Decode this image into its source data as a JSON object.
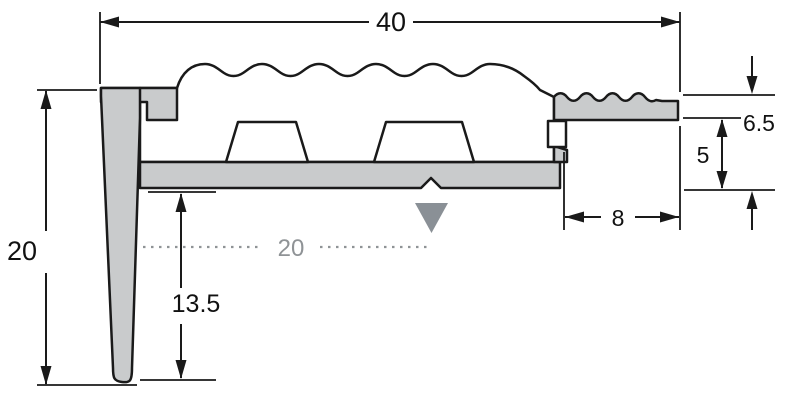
{
  "figure": {
    "type": "technical-drawing",
    "subject": "stair-nosing-profile-cross-section",
    "units_shown": false
  },
  "dimensions": {
    "top_width": "40",
    "left_height": "20",
    "insert_width": "20",
    "leg_depth": "13.5",
    "right_height_total": "6.5",
    "right_height_inner": "5",
    "tail_length": "8"
  },
  "colors": {
    "profile_fill": "#c9cbcc",
    "rib_fill": "#ffffff",
    "outline": "#1a1a1a",
    "muted": "#8f9396",
    "marker_fill": "#8a9096",
    "background": "#ffffff"
  }
}
